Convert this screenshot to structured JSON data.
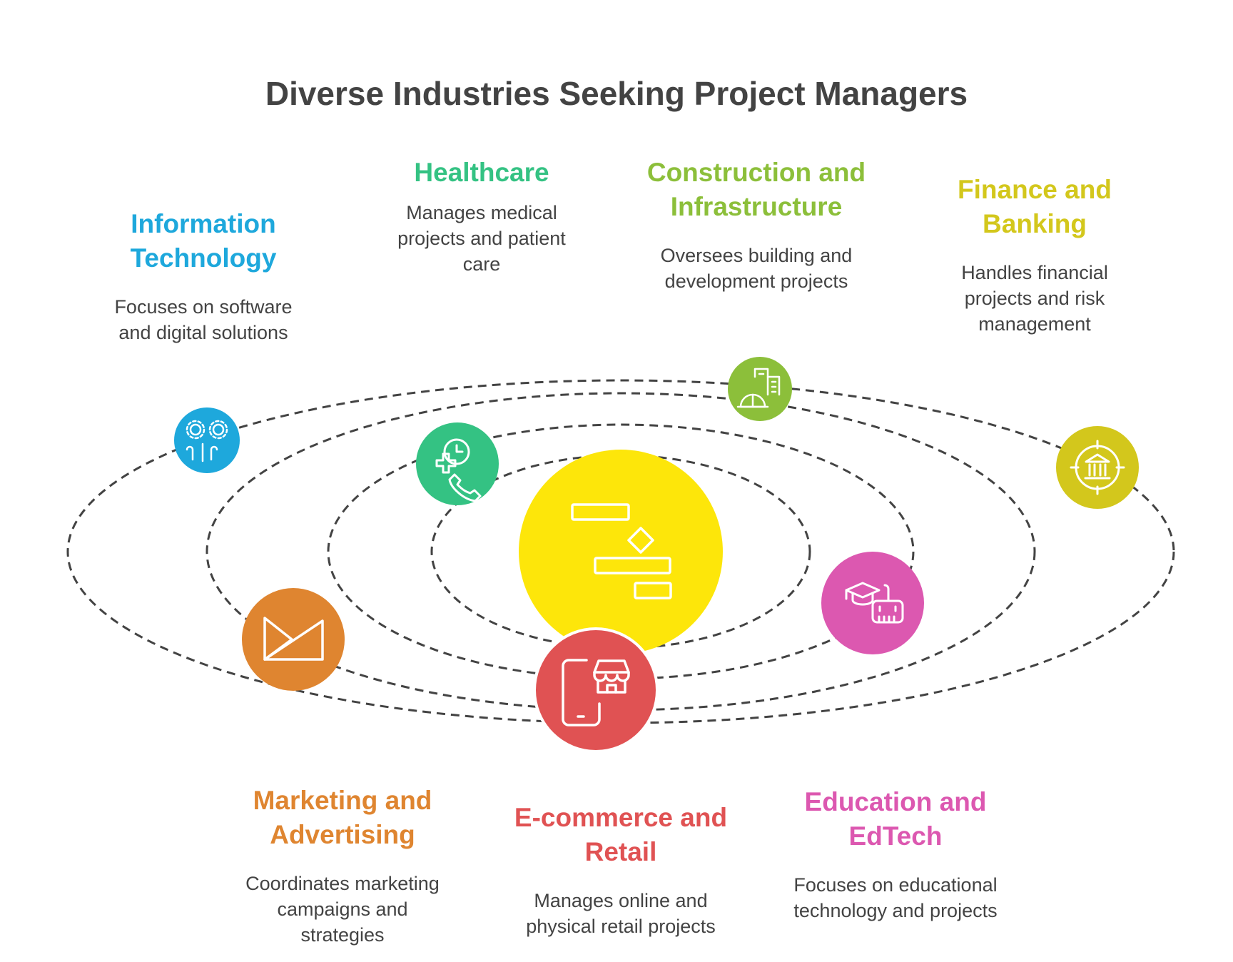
{
  "title": "Diverse Industries Seeking Project Managers",
  "colors": {
    "it": "#1ea8dc",
    "healthcare": "#34c283",
    "construction": "#8cbf3a",
    "finance": "#d3c71c",
    "marketing": "#df8530",
    "ecommerce": "#e05253",
    "education": "#dc58b0",
    "center": "#fde60a",
    "orbit": "#434343"
  },
  "center_icon": "gantt-chart-icon",
  "industries": [
    {
      "key": "it",
      "heading": "Information\nTechnology",
      "description": "Focuses on software\nand digital solutions",
      "icon": "gears-circuit-icon"
    },
    {
      "key": "healthcare",
      "heading": "Healthcare",
      "description": "Manages medical\nprojects and patient\ncare",
      "icon": "medical-phone-icon"
    },
    {
      "key": "construction",
      "heading": "Construction and\nInfrastructure",
      "description": "Oversees building and\ndevelopment projects",
      "icon": "building-hardhat-icon"
    },
    {
      "key": "finance",
      "heading": "Finance and\nBanking",
      "description": "Handles financial\nprojects and risk\nmanagement",
      "icon": "bank-target-icon"
    },
    {
      "key": "marketing",
      "heading": "Marketing and\nAdvertising",
      "description": "Coordinates marketing\ncampaigns and\nstrategies",
      "icon": "megaphone-play-icon"
    },
    {
      "key": "ecommerce",
      "heading": "E-commerce and\nRetail",
      "description": "Manages online and\nphysical retail projects",
      "icon": "mobile-store-icon"
    },
    {
      "key": "education",
      "heading": "Education and\nEdTech",
      "description": "Focuses on educational\ntechnology and projects",
      "icon": "graduation-robot-icon"
    }
  ]
}
